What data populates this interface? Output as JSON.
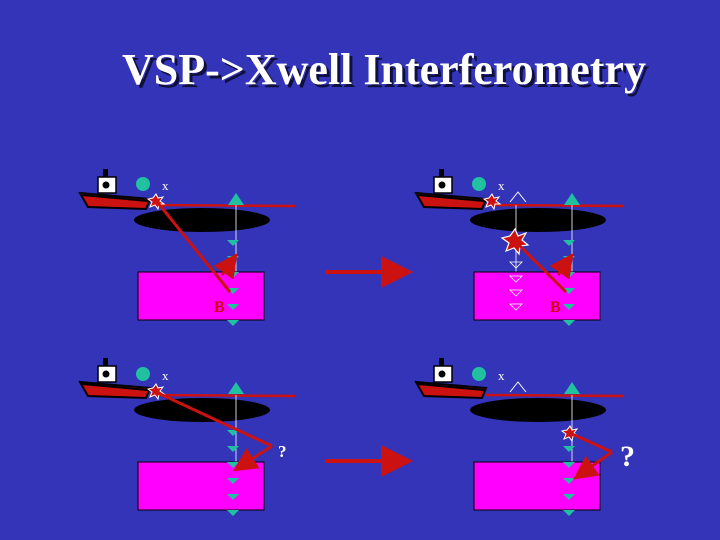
{
  "title": "VSP->Xwell Interferometry",
  "labels": {
    "x_mark": "x",
    "reflector": "B",
    "unknown_small": "?",
    "unknown_large": "?"
  },
  "colors": {
    "background": "#3434b8",
    "ray": "#cc1111",
    "layer": "#ff00ff",
    "receiver": "#20c0a0",
    "source_well": "#20c0a0",
    "surface_line": "#cc1111",
    "arrow": "#cc1111"
  },
  "icons": [
    "boat-icon",
    "buoy-icon",
    "source-burst-icon",
    "receiver-triangle-icon",
    "well-triangle-icon",
    "transform-arrow-icon"
  ],
  "panels": [
    "top-left-vsp",
    "top-right-virtual-source",
    "bottom-left-vsp-unknown",
    "bottom-right-xwell-unknown"
  ]
}
